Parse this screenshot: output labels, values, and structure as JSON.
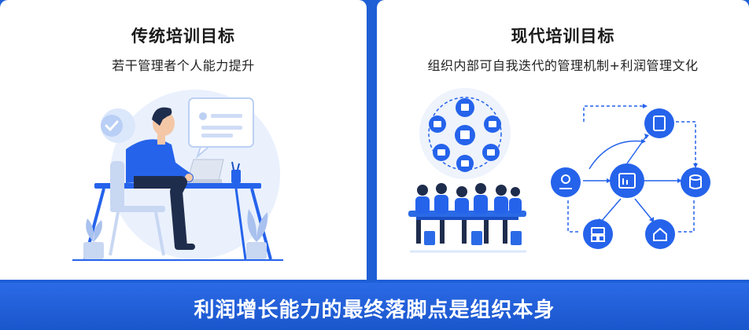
{
  "left_panel": {
    "title": "传统培训目标",
    "subtitle": "若干管理者个人能力提升"
  },
  "right_panel": {
    "title": "现代培训目标",
    "subtitle": "组织内部可自我迭代的管理机制+利润管理文化"
  },
  "footer": {
    "text": "利润增长能力的最终落脚点是组织本身"
  },
  "colors": {
    "brand_blue": "#1f5fd6",
    "icon_blue": "#2563eb",
    "light_blue": "#dbe7fb"
  },
  "icons": [
    "person-at-laptop-illustration",
    "chat-bubble-icon",
    "checkmark-icon",
    "document-icon",
    "database-icon",
    "dashboard-icon",
    "user-location-icon",
    "layers-icon",
    "chart-icon"
  ]
}
